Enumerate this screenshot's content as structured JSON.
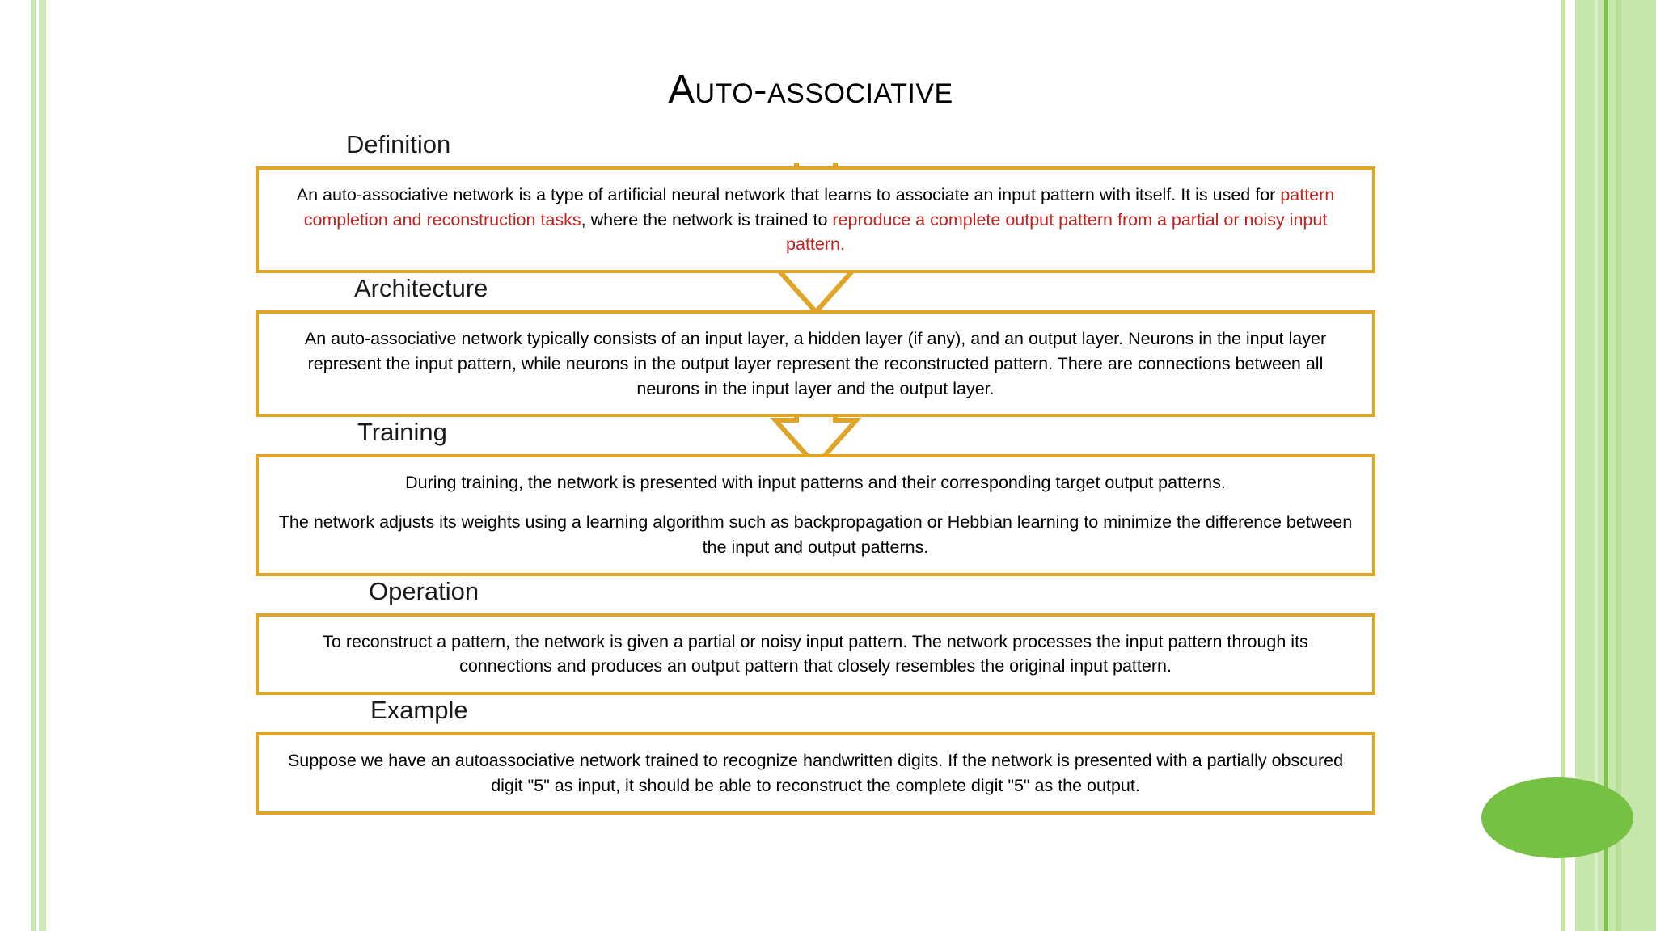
{
  "slide": {
    "title": "Auto-associative",
    "accent_color": "#e0a526",
    "highlight_color": "#c0221f",
    "decor_green": "#76c043"
  },
  "sections": [
    {
      "label": "Definition",
      "paragraphs": [
        {
          "runs": [
            {
              "text": "An auto-associative network is a type of artificial neural network that learns to associate an input pattern with itself. It is used for ",
              "color": "black"
            },
            {
              "text": "pattern completion and reconstruction tasks",
              "color": "red"
            },
            {
              "text": ", where the network is trained to ",
              "color": "black"
            },
            {
              "text": "reproduce a complete output pattern from a partial or noisy input pattern.",
              "color": "red"
            }
          ]
        }
      ]
    },
    {
      "label": "Architecture",
      "paragraphs": [
        {
          "runs": [
            {
              "text": "An auto-associative network typically consists of an input layer, a hidden layer (if any), and an output layer.  Neurons in the input layer represent the input pattern, while neurons in the output layer represent the reconstructed pattern. There are connections between all neurons in the input layer and the output layer.",
              "color": "black"
            }
          ]
        }
      ]
    },
    {
      "label": "Training",
      "paragraphs": [
        {
          "runs": [
            {
              "text": "During training, the network is presented with input patterns and their corresponding target output patterns.",
              "color": "black"
            }
          ]
        },
        {
          "runs": [
            {
              "text": "The network adjusts its weights using a learning algorithm such as backpropagation or Hebbian learning to minimize the difference between the input and output patterns.",
              "color": "black"
            }
          ]
        }
      ]
    },
    {
      "label": "Operation",
      "paragraphs": [
        {
          "runs": [
            {
              "text": "To reconstruct a pattern, the network is given a partial or noisy input pattern. The network processes the input pattern through its connections and produces an output pattern that closely resembles the original input pattern.",
              "color": "black"
            }
          ]
        }
      ]
    },
    {
      "label": "Example",
      "paragraphs": [
        {
          "runs": [
            {
              "text": "Suppose we have an autoassociative network trained to recognize handwritten digits. If the network is presented with a partially obscured digit \"5\" as input, it should be able to reconstruct the complete digit \"5\" as the output.",
              "color": "black"
            }
          ]
        }
      ]
    }
  ]
}
